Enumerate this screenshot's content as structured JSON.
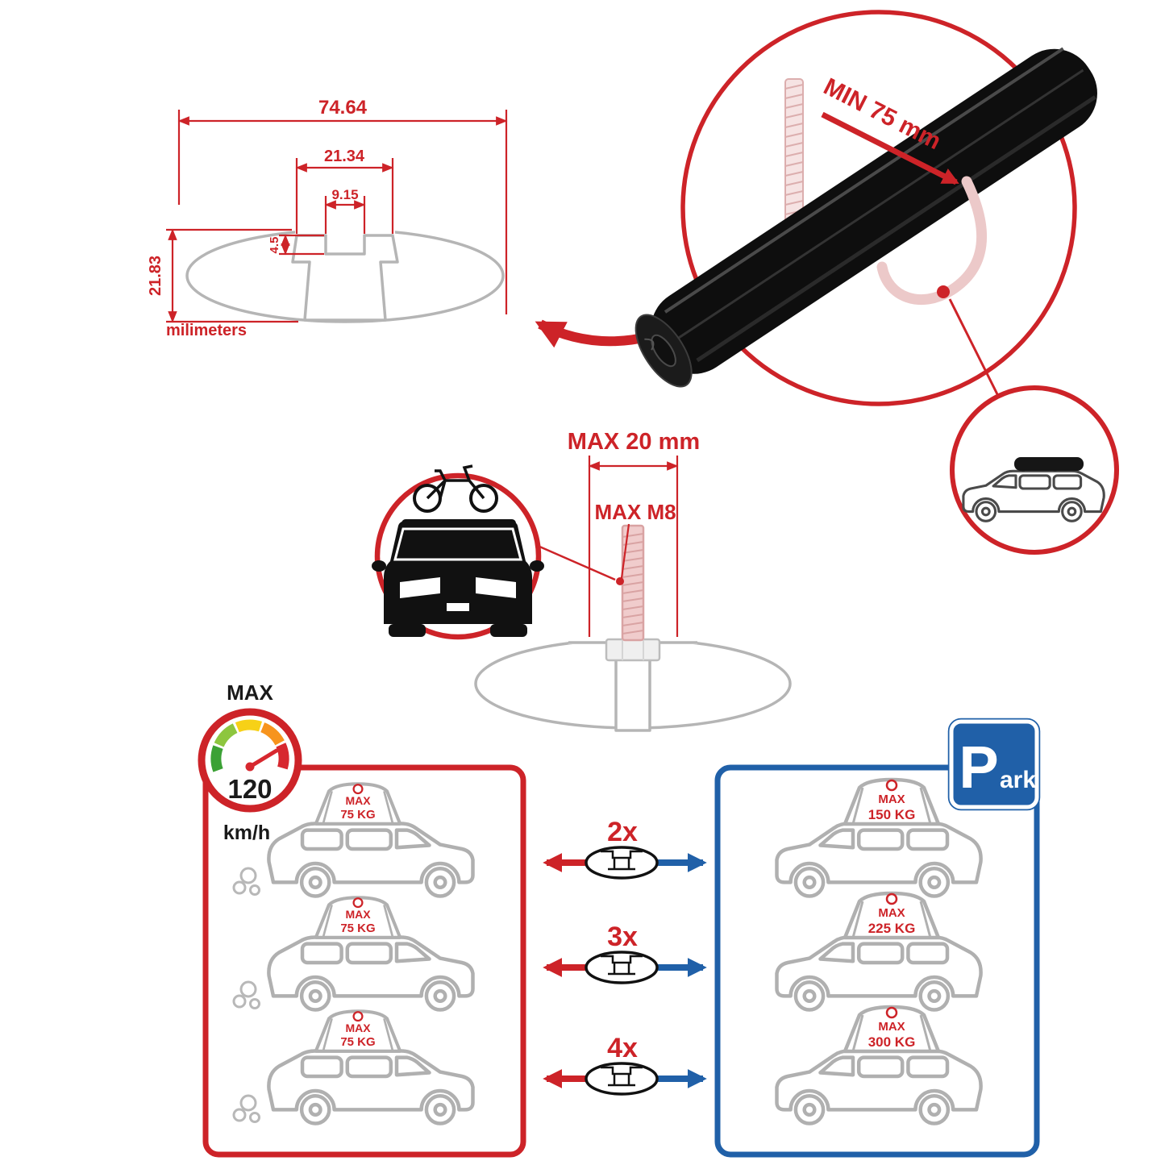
{
  "colors": {
    "accent_red": "#cd2328",
    "accent_blue": "#2060a8",
    "outline_gray": "#b5b5b5",
    "bar_black": "#101010"
  },
  "profile_dimensions": {
    "total_width": "74.64",
    "channel_width": "21.34",
    "slot_opening": "9.15",
    "slot_depth": "4.5",
    "total_height": "21.83",
    "units": "milimeters"
  },
  "bar_detail": {
    "min_clearance_label": "MIN 75 mm"
  },
  "bolt_detail": {
    "max_length_label": "MAX 20 mm",
    "max_thread_label": "MAX M8"
  },
  "speed_limit": {
    "label": "MAX",
    "value": "120",
    "units": "km/h"
  },
  "capacity": {
    "multipliers": [
      "2x",
      "3x",
      "4x"
    ],
    "moving_box_loads": [
      {
        "line1": "MAX",
        "line2": "75 KG"
      },
      {
        "line1": "MAX",
        "line2": "75 KG"
      },
      {
        "line1": "MAX",
        "line2": "75 KG"
      }
    ],
    "parked_box_loads": [
      {
        "line1": "MAX",
        "line2": "150 KG"
      },
      {
        "line1": "MAX",
        "line2": "225 KG"
      },
      {
        "line1": "MAX",
        "line2": "300 KG"
      }
    ]
  },
  "parking_sign": {
    "letter": "P",
    "suffix": "ark"
  },
  "icons": {
    "speedometer-icon": "speed gauge with colored arc and needle",
    "bike-car-icon": "front view car with bicycle on roof",
    "roofbox-suv-icon": "SUV with roof cargo box",
    "cargo-bag-icon": "roof cargo bag",
    "crossbar-profile-icon": "aero crossbar cross-section"
  }
}
